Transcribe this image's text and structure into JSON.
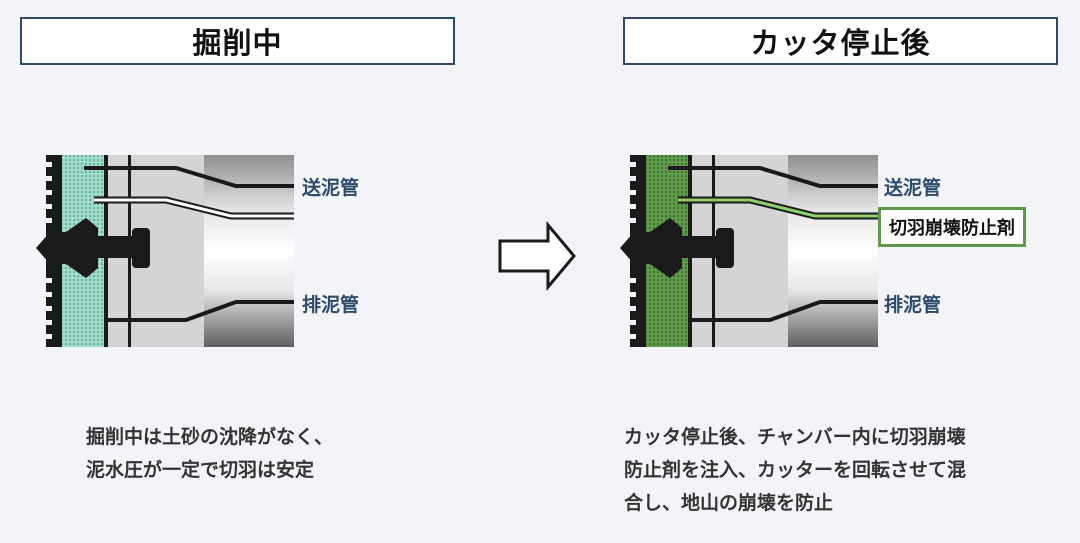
{
  "panels": {
    "left": {
      "title": "掘削中",
      "pipe_top_label": "送泥管",
      "pipe_bottom_label": "排泥管",
      "caption_lines": [
        "掘削中は土砂の沈降がなく、",
        "泥水圧が一定で切羽は安定"
      ],
      "face_fill_color": "#9fdccb"
    },
    "right": {
      "title": "カッタ停止後",
      "pipe_top_label": "送泥管",
      "agent_label": "切羽崩壊防止剤",
      "pipe_bottom_label": "排泥管",
      "caption_lines": [
        "カッタ停止後、チャンバー内に切羽崩壊",
        "防止剤を注入、カッターを回転させて混",
        "合し、地山の崩壊を防止"
      ],
      "face_fill_color": "#5f9a4a"
    }
  },
  "colors": {
    "title_border": "#2d4a6a",
    "label_text": "#2d4a6a",
    "agent_line": "#5f9a4a",
    "background": "#f2f4f7"
  },
  "arrow_icon": "right-arrow-outline-icon"
}
